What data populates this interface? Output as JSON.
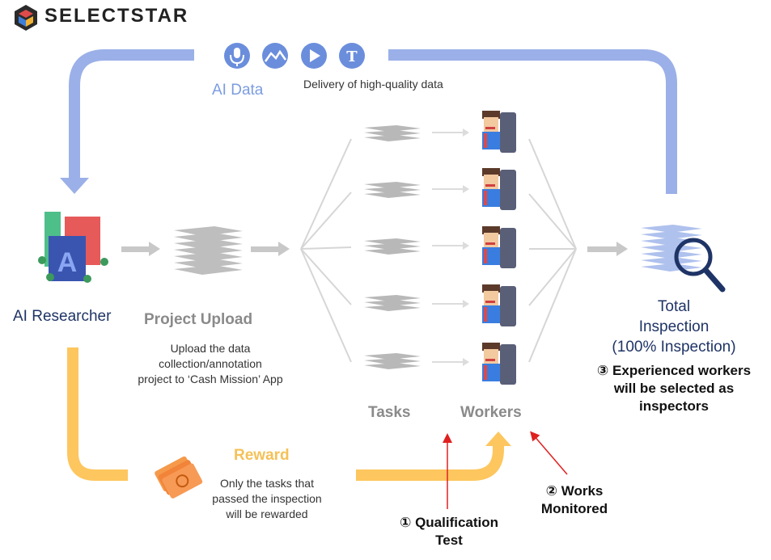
{
  "brand": {
    "name": "SELECTSTAR"
  },
  "top": {
    "ai_data_label": "AI Data",
    "delivery_text": "Delivery of high-quality data",
    "icons": [
      "microphone-icon",
      "image-icon",
      "play-icon",
      "text-icon"
    ]
  },
  "researcher": {
    "label": "AI Researcher"
  },
  "upload": {
    "title": "Project Upload",
    "desc_line1": "Upload the data",
    "desc_line2": "collection/annotation",
    "desc_line3": "project to ‘Cash Mission’ App"
  },
  "columns": {
    "tasks": "Tasks",
    "workers": "Workers"
  },
  "inspection": {
    "line1": "Total",
    "line2": "Inspection",
    "line3": "(100% Inspection)",
    "note1": "③ Experienced workers",
    "note2": "will be selected as",
    "note3": "inspectors"
  },
  "reward": {
    "title": "Reward",
    "desc_line1": "Only the tasks that",
    "desc_line2": "passed the inspection",
    "desc_line3": "will be rewarded",
    "icon": "money-icon"
  },
  "annotations": {
    "qualification_line1": "① Qualification",
    "qualification_line2": "Test",
    "works_line1": "② Works",
    "works_line2": "Monitored"
  },
  "colors": {
    "blue_flow": "#9bb0e8",
    "yellow_flow": "#fdc65e",
    "navy": "#1f3466",
    "gray_arrow": "#c8c8c8",
    "red_arrow": "#e02020"
  }
}
